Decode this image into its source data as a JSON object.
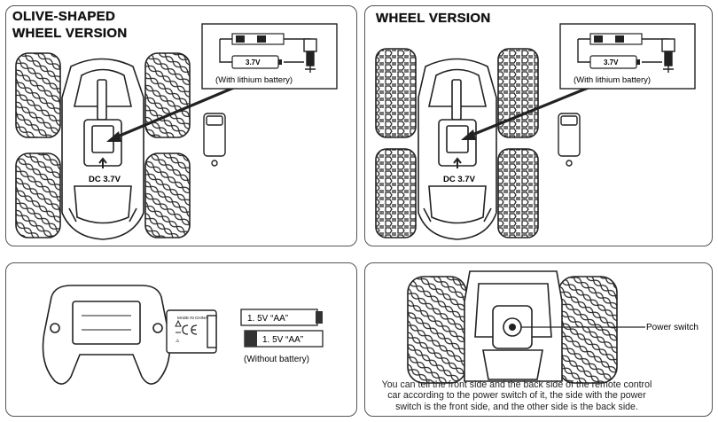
{
  "panels": {
    "olive": {
      "title_line1": "OLIVE-SHAPED",
      "title_line2": "WHEEL VERSION",
      "battery_voltage": "3.7V",
      "battery_caption": "(With lithium battery)",
      "charge_label": "DC 3.7V"
    },
    "wheel": {
      "title": "WHEEL VERSION",
      "battery_voltage": "3.7V",
      "battery_caption": "(With lithium battery)",
      "charge_label": "DC 3.7V"
    },
    "remote": {
      "battery1_label": "1. 5V “AA”",
      "battery2_label": "1. 5V “AA”",
      "battery_caption": "(Without battery)",
      "cover_text": "MADE IN CHINA"
    },
    "power": {
      "switch_label": "Power switch",
      "note_line1": "You can tell the front side and the back side of the remote control",
      "note_line2": "car according to the power switch of it, the side with the power",
      "note_line3": "switch is the front side, and the other side is the back side."
    }
  },
  "icons": [
    "usb-plug-icon",
    "battery-icon",
    "arrow-icon",
    "recycle-icon",
    "ce-mark-icon",
    "power-switch-icon"
  ]
}
